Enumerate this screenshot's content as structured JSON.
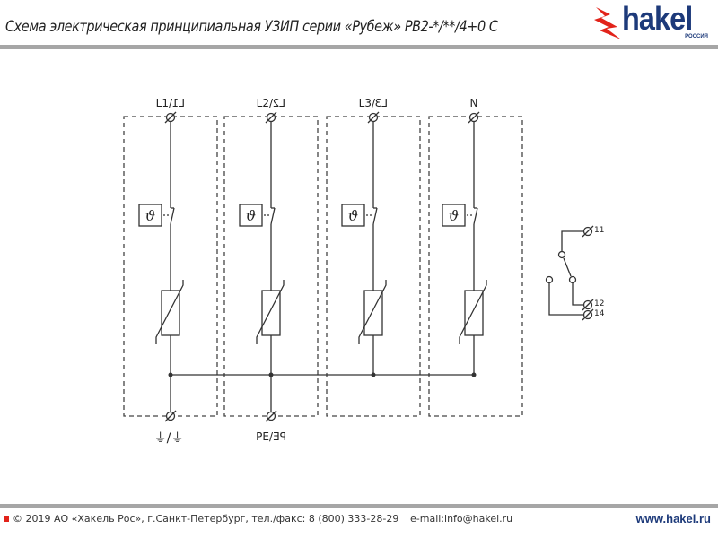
{
  "header": {
    "title": "Схема электрическая принципиальная УЗИП серии «Рубеж» PB2-*/**/4+0 C",
    "logo_text": "hakel",
    "logo_sub": "РОССИЯ"
  },
  "diagram": {
    "modules": [
      {
        "label_a": "L1/",
        "label_b": "L1"
      },
      {
        "label_a": "L2/",
        "label_b": "L2"
      },
      {
        "label_a": "L3/",
        "label_b": "L3"
      },
      {
        "label_a": "N",
        "label_b": ""
      }
    ],
    "thermal_symbol": "ϑ",
    "bottom_left": {
      "label_a": "⏚/",
      "label_b": "⏚"
    },
    "bottom_right": {
      "label_a": "PE/",
      "label_b": "PE"
    },
    "relay": {
      "t11": "11",
      "t12": "12",
      "t14": "14"
    }
  },
  "footer": {
    "copyright": "© 2019 АО «Хакель Рос», г.Санкт-Петербург, тел./факс: 8 (800) 333-28-29",
    "email": "e-mail:info@hakel.ru",
    "website": "www.hakel.ru"
  },
  "colors": {
    "accent": "#e2231a",
    "brand": "#1d3a7a"
  }
}
